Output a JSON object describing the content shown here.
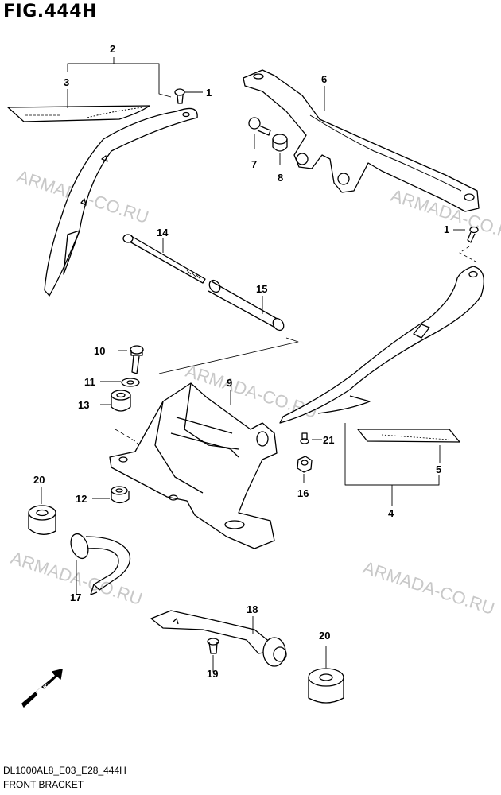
{
  "figure": {
    "title": "FIG.444H",
    "code": "DL1000AL8_E03_E28_444H",
    "name": "FRONT BRACKET"
  },
  "watermark": "ARMADA-CO.RU",
  "fwd_label": "FWD",
  "callouts": [
    "1",
    "2",
    "3",
    "6",
    "7",
    "8",
    "1",
    "14",
    "15",
    "10",
    "11",
    "9",
    "13",
    "21",
    "5",
    "20",
    "16",
    "12",
    "4",
    "17",
    "18",
    "20",
    "19"
  ]
}
